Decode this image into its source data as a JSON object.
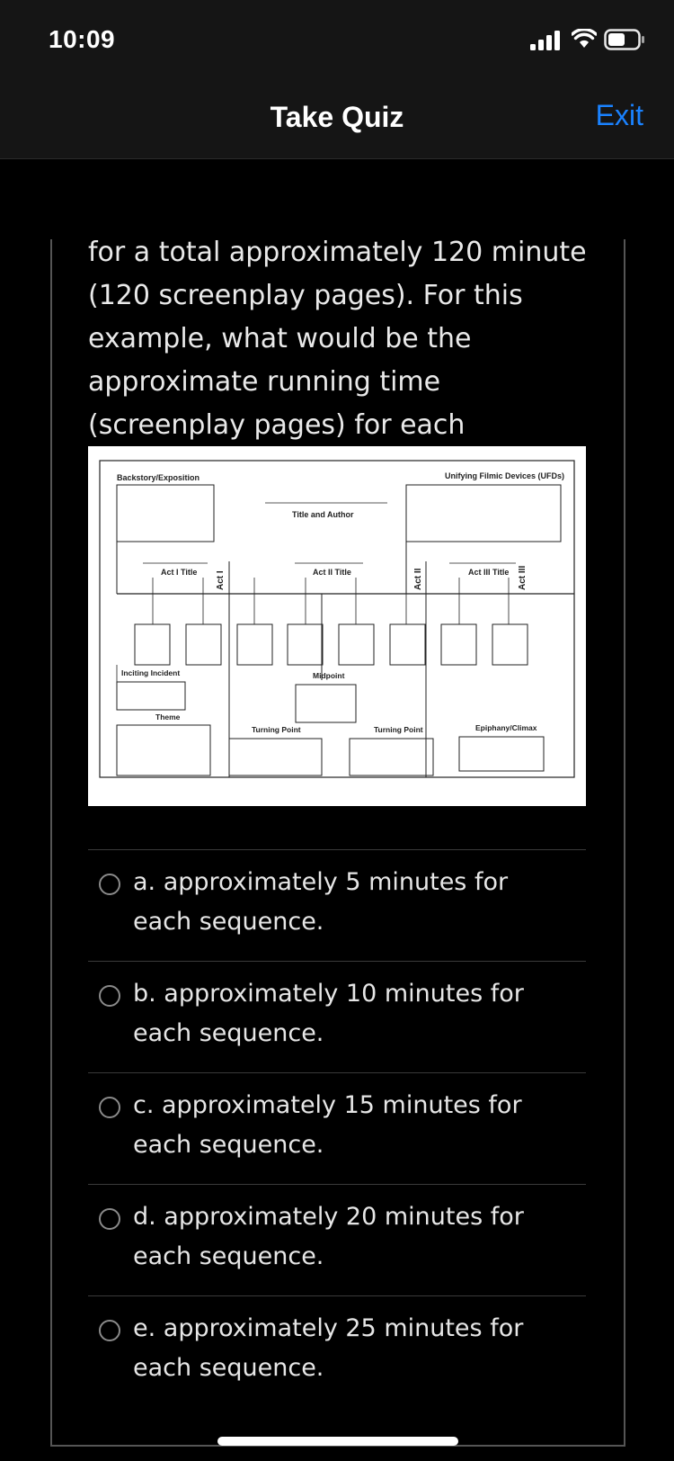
{
  "status_bar": {
    "time": "10:09",
    "icons": [
      "signal-icon",
      "wifi-icon",
      "battery-icon"
    ]
  },
  "nav": {
    "title": "Take Quiz",
    "exit_label": "Exit",
    "accent_color": "#1a82ff"
  },
  "question": {
    "text": "for a total approximately 120 minute (120 screenplay pages). For this example, what would be the approximate running time (screenplay pages) for each individual sequence?"
  },
  "diagram": {
    "labels": {
      "backstory": "Backstory/Exposition",
      "ufds": "Unifying Filmic Devices (UFDs)",
      "title_author": "Title and Author",
      "act1_title": "Act I Title",
      "act1": "Act I",
      "act2_title": "Act II Title",
      "act2": "Act II",
      "act3_title": "Act III Title",
      "act3": "Act III",
      "inciting": "Inciting Incident",
      "midpoint": "Midpoint",
      "theme": "Theme",
      "turning1": "Turning Point",
      "turning2": "Turning Point",
      "climax": "Epiphany/Climax"
    }
  },
  "options": [
    {
      "label": "a. approximately 5 minutes for each sequence."
    },
    {
      "label": "b. approximately 10 minutes for each sequence."
    },
    {
      "label": "c. approximately 15 minutes for each sequence."
    },
    {
      "label": "d. approximately 20 minutes for each sequence."
    },
    {
      "label": "e. approximately 25 minutes for each sequence."
    }
  ]
}
